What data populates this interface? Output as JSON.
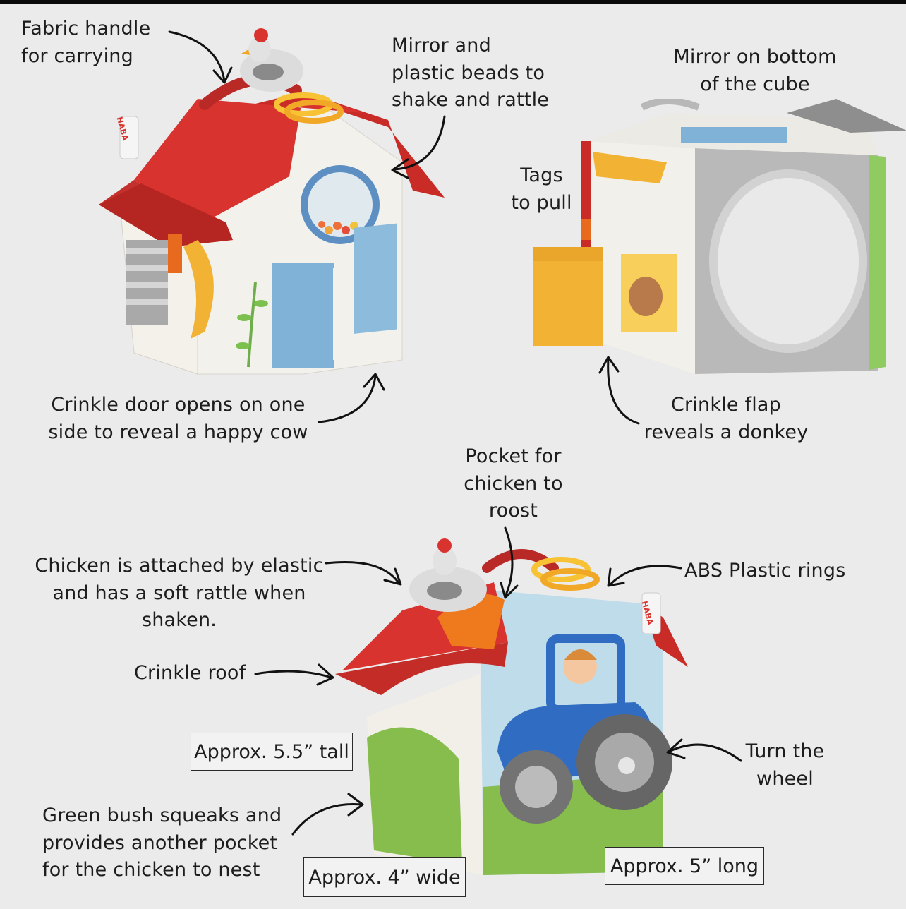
{
  "callouts": {
    "fabric_handle": "Fabric handle\nfor carrying",
    "mirror_beads": "Mirror and\nplastic beads to\nshake and rattle",
    "mirror_bottom": "Mirror on bottom\nof the cube",
    "tags": "Tags\nto pull",
    "crinkle_door": "Crinkle door opens on one\nside to reveal a happy cow",
    "crinkle_flap": "Crinkle flap\nreveals a donkey",
    "pocket": "Pocket for\nchicken to\nroost",
    "chicken": "Chicken is attached by elastic\nand has a soft rattle when\nshaken.",
    "abs_rings": "ABS Plastic rings",
    "crinkle_roof": "Crinkle roof",
    "wheel": "Turn the\nwheel",
    "bush": "Green bush squeaks and\nprovides another pocket\nfor the chicken to nest"
  },
  "dimensions": {
    "tall": "Approx. 5.5” tall",
    "wide": "Approx. 4” wide",
    "long": "Approx. 5” long"
  },
  "brand_tags": [
    "HABA",
    "HABA"
  ],
  "colors": {
    "background": "#ebebeb",
    "roof_red": "#d8332f",
    "door_blue": "#7fb2d6",
    "tractor_blue": "#2f6cc2",
    "bush_green": "#86bd4c",
    "flap_yellow": "#f2b233",
    "ring_yellow": "#f7c233"
  }
}
